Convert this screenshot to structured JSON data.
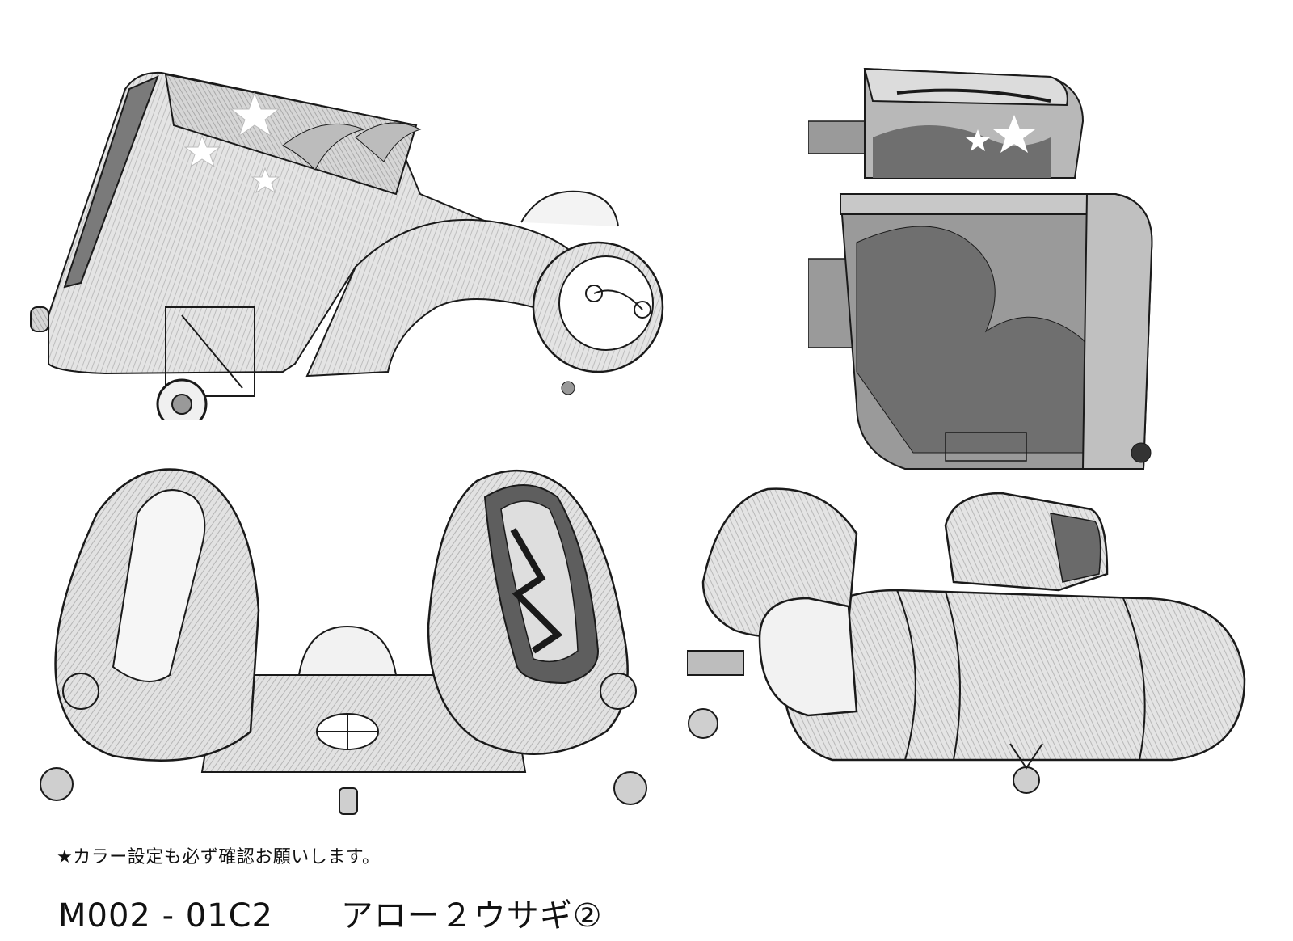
{
  "sheet": {
    "note": "★カラー設定も必ず確認お願いします。",
    "code": "M002 - 01C2",
    "title": "アロー２ウサギ②"
  },
  "colors": {
    "line": "#1a1a1a",
    "pencil_light": "#d9d9d9",
    "pencil_mid": "#bdbdbd",
    "grey_panel": "#9a9a9a",
    "grey_dark": "#6f6f6f",
    "grey_light": "#c8c8c8",
    "background": "#ffffff"
  }
}
